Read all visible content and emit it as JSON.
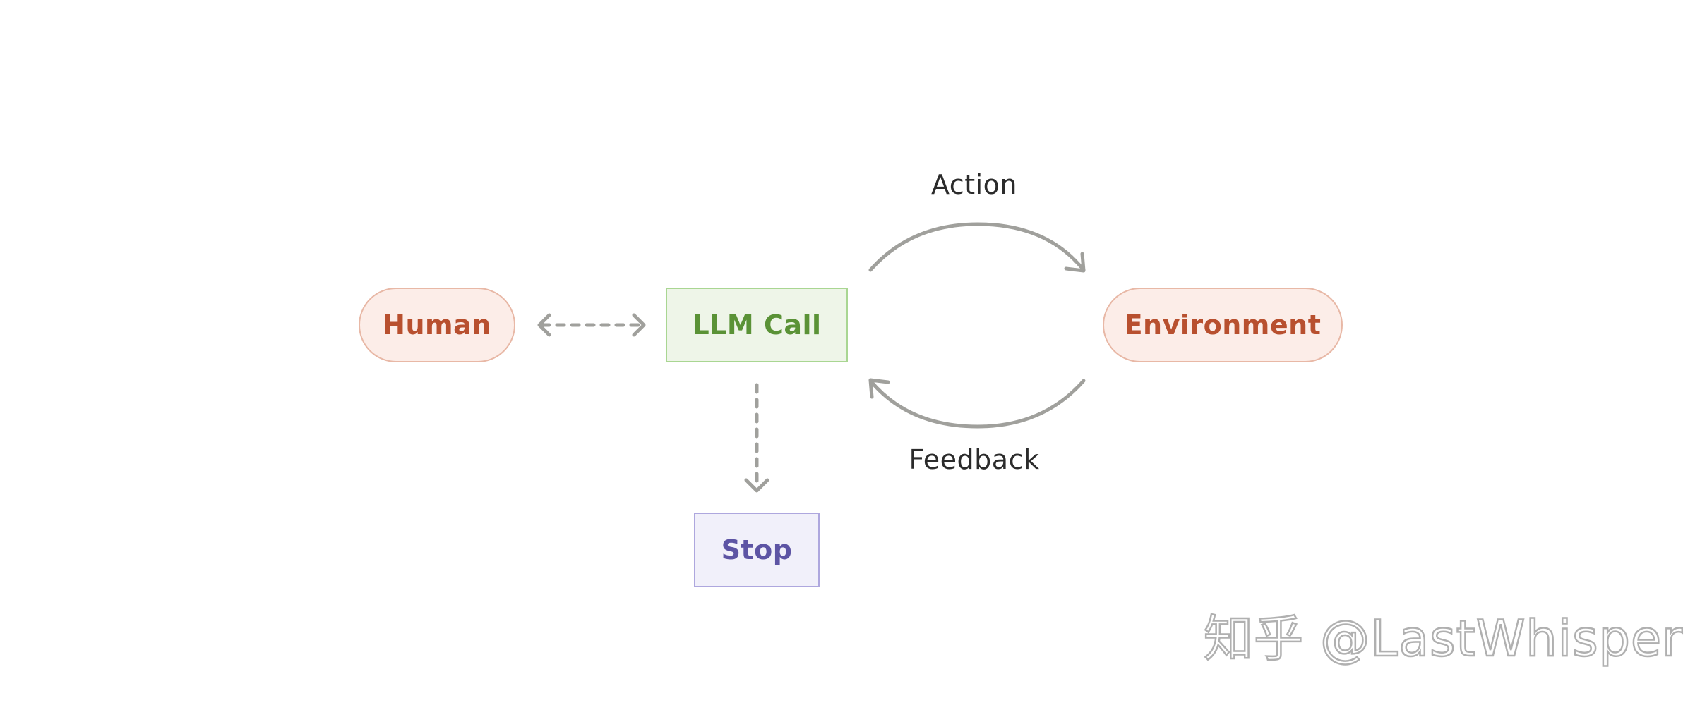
{
  "nodes": {
    "human": "Human",
    "llm_call": "LLM Call",
    "environment": "Environment",
    "stop": "Stop"
  },
  "edges": {
    "action": "Action",
    "feedback": "Feedback"
  },
  "watermark": "知乎 @LastWhisper",
  "colors": {
    "pill_fill": "#fcede8",
    "pill_border": "#e8b8a6",
    "pill_text": "#b8502f",
    "llm_fill": "#eef5e8",
    "llm_border": "#a9d692",
    "llm_text": "#5a9236",
    "stop_fill": "#f1f0fa",
    "stop_border": "#aea7de",
    "stop_text": "#5d54a4",
    "arrow": "#a0a09c"
  }
}
